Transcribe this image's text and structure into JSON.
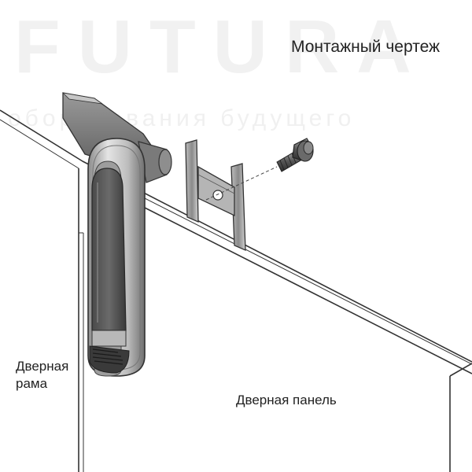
{
  "watermark": {
    "brand": "FUTURA",
    "tagline": "оборудования будущего"
  },
  "labels": {
    "title": "Монтажный чертеж",
    "door_frame_line1": "Дверная",
    "door_frame_line2": "рама",
    "door_panel": "Дверная панель"
  },
  "colors": {
    "line": "#333333",
    "metal_light": "#c9c9c9",
    "metal_mid": "#9a9a9a",
    "metal_dark": "#5a5a5a",
    "handle_dark": "#3c3c3c"
  }
}
